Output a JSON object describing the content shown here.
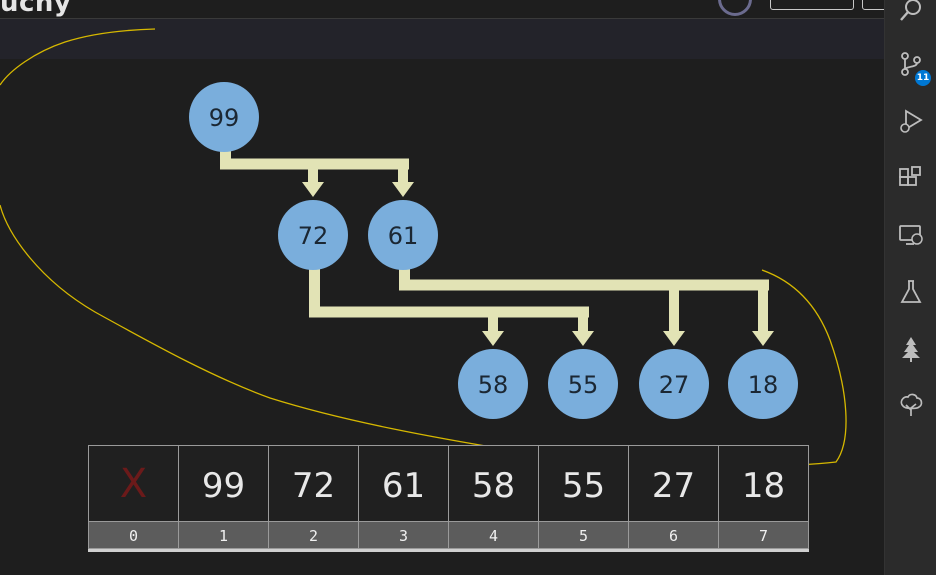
{
  "header": {
    "title_fragment": "uchy"
  },
  "activity_bar": {
    "items": [
      {
        "icon": "search-icon"
      },
      {
        "icon": "source-control-icon",
        "badge": "11"
      },
      {
        "icon": "run-debug-icon"
      },
      {
        "icon": "extensions-icon"
      },
      {
        "icon": "remote-explorer-icon"
      },
      {
        "icon": "testing-icon"
      },
      {
        "icon": "tree-icon"
      },
      {
        "icon": "gitlens-icon"
      }
    ]
  },
  "heap_tree": {
    "nodes": [
      {
        "value": "99",
        "index": 1
      },
      {
        "value": "72",
        "index": 2
      },
      {
        "value": "61",
        "index": 3
      },
      {
        "value": "58",
        "index": 4
      },
      {
        "value": "55",
        "index": 5
      },
      {
        "value": "27",
        "index": 6
      },
      {
        "value": "18",
        "index": 7
      }
    ],
    "node_color": "#7aaedc",
    "arrow_color": "#e2e3b5",
    "annotation_color": "#d6b800"
  },
  "heap_array": {
    "cells": [
      {
        "index": "0",
        "value": "X",
        "empty": true
      },
      {
        "index": "1",
        "value": "99"
      },
      {
        "index": "2",
        "value": "72"
      },
      {
        "index": "3",
        "value": "61"
      },
      {
        "index": "4",
        "value": "58"
      },
      {
        "index": "5",
        "value": "55"
      },
      {
        "index": "6",
        "value": "27"
      },
      {
        "index": "7",
        "value": "18"
      }
    ]
  }
}
